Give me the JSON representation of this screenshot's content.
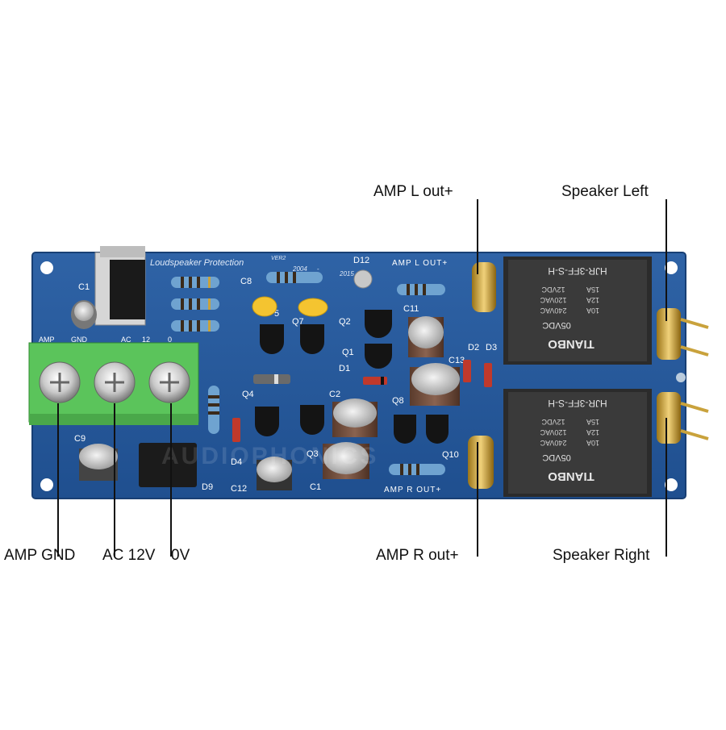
{
  "callouts": {
    "amp_l_out": "AMP L out+",
    "speaker_left": "Speaker Left",
    "amp_r_out": "AMP R out+",
    "speaker_right": "Speaker Right",
    "amp_gnd": "AMP GND",
    "ac_12v": "AC 12V",
    "zero_v": "0V"
  },
  "board": {
    "title": "Loudspeaker Protection",
    "version": "VER2",
    "years_start": "2004",
    "years_end": "2015",
    "terminal_label_amp": "AMP",
    "terminal_label_gnd": "GND",
    "terminal_label_ac": "AC",
    "terminal_label_12": "12",
    "terminal_label_0": "0",
    "amp_l_silk": "AMP L OUT+",
    "amp_r_silk": "AMP R OUT+",
    "watermark": "AUDIOPHONICS",
    "refs": {
      "c1_top": "C1",
      "c8": "C8",
      "d12": "D12",
      "c11": "C11",
      "q7": "Q7",
      "q2": "Q2",
      "q1": "Q1",
      "d1": "D1",
      "c13": "C13",
      "d2": "D2",
      "d3": "D3",
      "q4": "Q4",
      "c2": "C2",
      "q8": "Q8",
      "c9": "C9",
      "d4": "D4",
      "q3": "Q3",
      "c12": "C12",
      "c1_bottom": "C1",
      "d9": "D9",
      "q10": "Q10",
      "q5": "5"
    }
  },
  "relays": [
    {
      "brand": "TIANBO",
      "model": "HJR-3FF-S-H",
      "coil": "05VDC",
      "rating_1a": "15A",
      "rating_1b": "12VDC",
      "rating_2a": "12A",
      "rating_2b": "120VAC",
      "rating_3a": "10A",
      "rating_3b": "240VAC"
    },
    {
      "brand": "TIANBO",
      "model": "HJR-3FF-S-H",
      "coil": "05VDC",
      "rating_1a": "15A",
      "rating_1b": "12VDC",
      "rating_2a": "12A",
      "rating_2b": "120VAC",
      "rating_3a": "10A",
      "rating_3b": "240VAC"
    }
  ]
}
